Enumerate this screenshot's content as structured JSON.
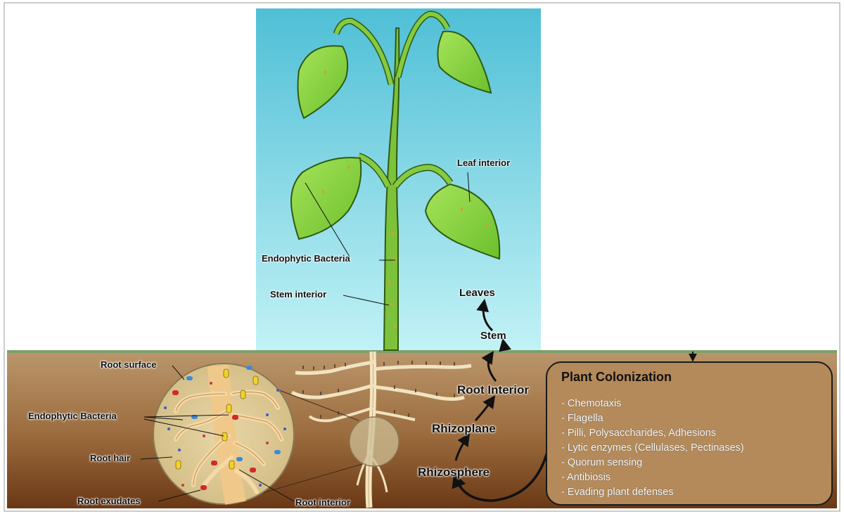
{
  "labels": {
    "leaf_interior": "Leaf interior",
    "endophytic_bacteria_top": "Endophytic Bacteria",
    "stem_interior": "Stem interior",
    "leaves": "Leaves",
    "stem": "Stem",
    "root_interior_flow": "Root Interior",
    "rhizoplane": "Rhizoplane",
    "rhizosphere": "Rhizosphere",
    "root_surface": "Root surface",
    "endophytic_bacteria_root": "Endophytic Bacteria",
    "root_hair": "Root hair",
    "root_exudates": "Root exudates",
    "root_interior_zoom": "Root interior"
  },
  "colonization": {
    "title": "Plant Colonization",
    "items": [
      "- Chemotaxis",
      "- Flagella",
      "- Pilli, Polysaccharides, Adhesions",
      "- Lytic enzymes (Cellulases, Pectinases)",
      "- Quorum sensing",
      "- Antibiosis",
      "- Evading plant defenses"
    ]
  },
  "colors": {
    "sky_top": "#4fbfd6",
    "sky_bottom": "#bff1f6",
    "soil_top": "#b9946a",
    "soil_bottom": "#6b3a16",
    "leaf_fill": "#8fd64a",
    "stem_fill": "#7cc23a",
    "outline": "#2f5a12"
  }
}
